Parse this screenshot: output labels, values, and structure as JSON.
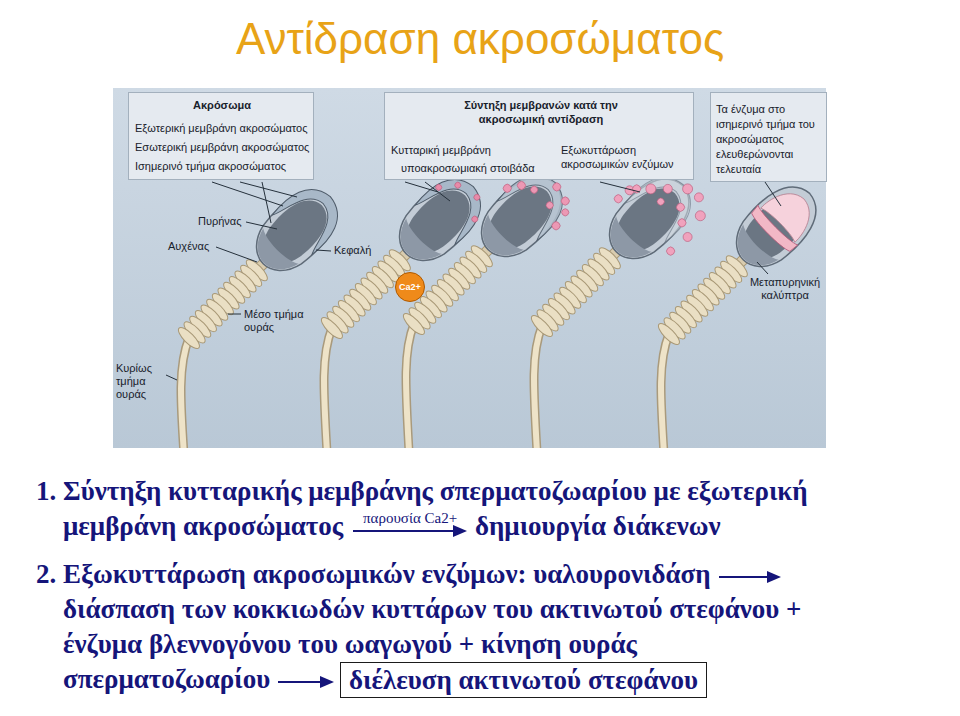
{
  "diagram": {
    "title": "Αντίδραση ακροσώματος",
    "nodes": [
      {
        "text": [
          "Ακρόσωμα",
          "Εξωτερική μεμβράνη ακροσώματος",
          "Εσωτερική μεμβράνη ακροσώματος",
          "Ισημερινό τμήμα ακροσώματος"
        ]
      },
      {
        "text": [
          "Σύντηξη μεμβρανών κατά την ακροσωμική αντίδραση",
          "Κυτταρική μεμβράνη",
          "υποακροσωμιακή στοιβάδα",
          "Εξωκυττάρωση ακροσωμικών ενζύμων"
        ]
      },
      {
        "text": [
          "Τα ένζυμα στο ισημερινό τμήμα του ακροσώματος ελευθερώνονται τελευταία"
        ]
      },
      {
        "text": [
          "Ca2+"
        ]
      },
      {
        "text": [
          "διέλευση ακτινωτού στεφάνου"
        ]
      }
    ],
    "labels": [
      "Πυρήνας",
      "Αυχένας",
      "Κεφαλή",
      "Μεταπυρηνική καλύπτρα",
      "Μέσο τμήμα ουράς",
      "Κυρίως τμήμα ουράς",
      "1.",
      "Σύντηξη κυτταρικής μεμβράνης σπερματοζωαρίου με εξωτερική μεμβράνη ακροσώματος",
      "παρουσία Ca2+",
      "δημιουργία διάκενων",
      "2.",
      "Εξωκυττάρωση ακροσωμικών ενζύμων: υαλουρονιδάση",
      "διάσπαση των κοκκιωδών κυττάρων του ακτινωτού στεφάνου + ένζυμα βλεννογόνου του ωαγωγού + κίνηση ουράς σπερματοζωαρίου"
    ]
  }
}
